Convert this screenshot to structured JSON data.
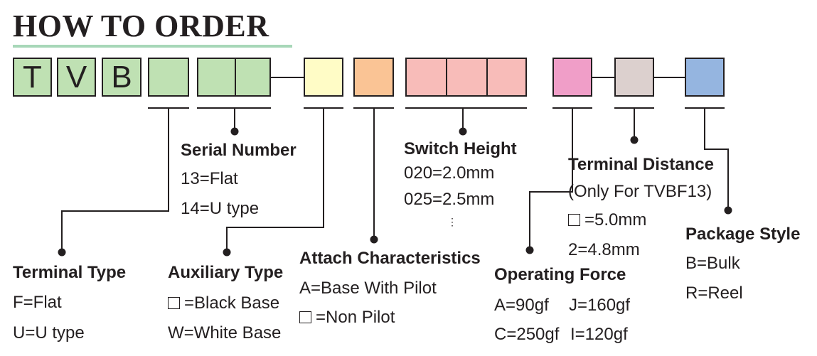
{
  "title": "HOW TO ORDER",
  "code_letters": [
    "T",
    "V",
    "B"
  ],
  "colors": {
    "green": "#bfe1b3",
    "yellow": "#fffcc6",
    "orange": "#fac495",
    "salmon": "#f8bcb9",
    "pink": "#f09ec8",
    "taupe": "#dcd0ce",
    "blue": "#95b5e0",
    "title_rule": "#a7d7b8"
  },
  "terminal_type": {
    "heading": "Terminal Type",
    "options": [
      "F=Flat",
      "U=U type"
    ]
  },
  "serial_number": {
    "heading": "Serial Number",
    "options": [
      "13=Flat",
      "14=U type"
    ]
  },
  "auxiliary_type": {
    "heading": "Auxiliary Type",
    "options": [
      "=Black Base",
      "W=White Base"
    ]
  },
  "attach_characteristics": {
    "heading": "Attach Characteristics",
    "options": [
      "A=Base With Pilot",
      "=Non Pilot"
    ]
  },
  "switch_height": {
    "heading": "Switch Height",
    "options": [
      "020=2.0mm",
      "025=2.5mm"
    ],
    "continuation": "⋮"
  },
  "operating_force": {
    "heading": "Operating Force",
    "options": [
      "A=90gf",
      "J=160gf",
      "C=250gf",
      "I=120gf"
    ]
  },
  "terminal_distance": {
    "heading": "Terminal Distance",
    "note": "(Only For TVBF13)",
    "options": [
      "=5.0mm",
      "2=4.8mm"
    ]
  },
  "package_style": {
    "heading": "Package Style",
    "options": [
      "B=Bulk",
      "R=Reel"
    ]
  }
}
